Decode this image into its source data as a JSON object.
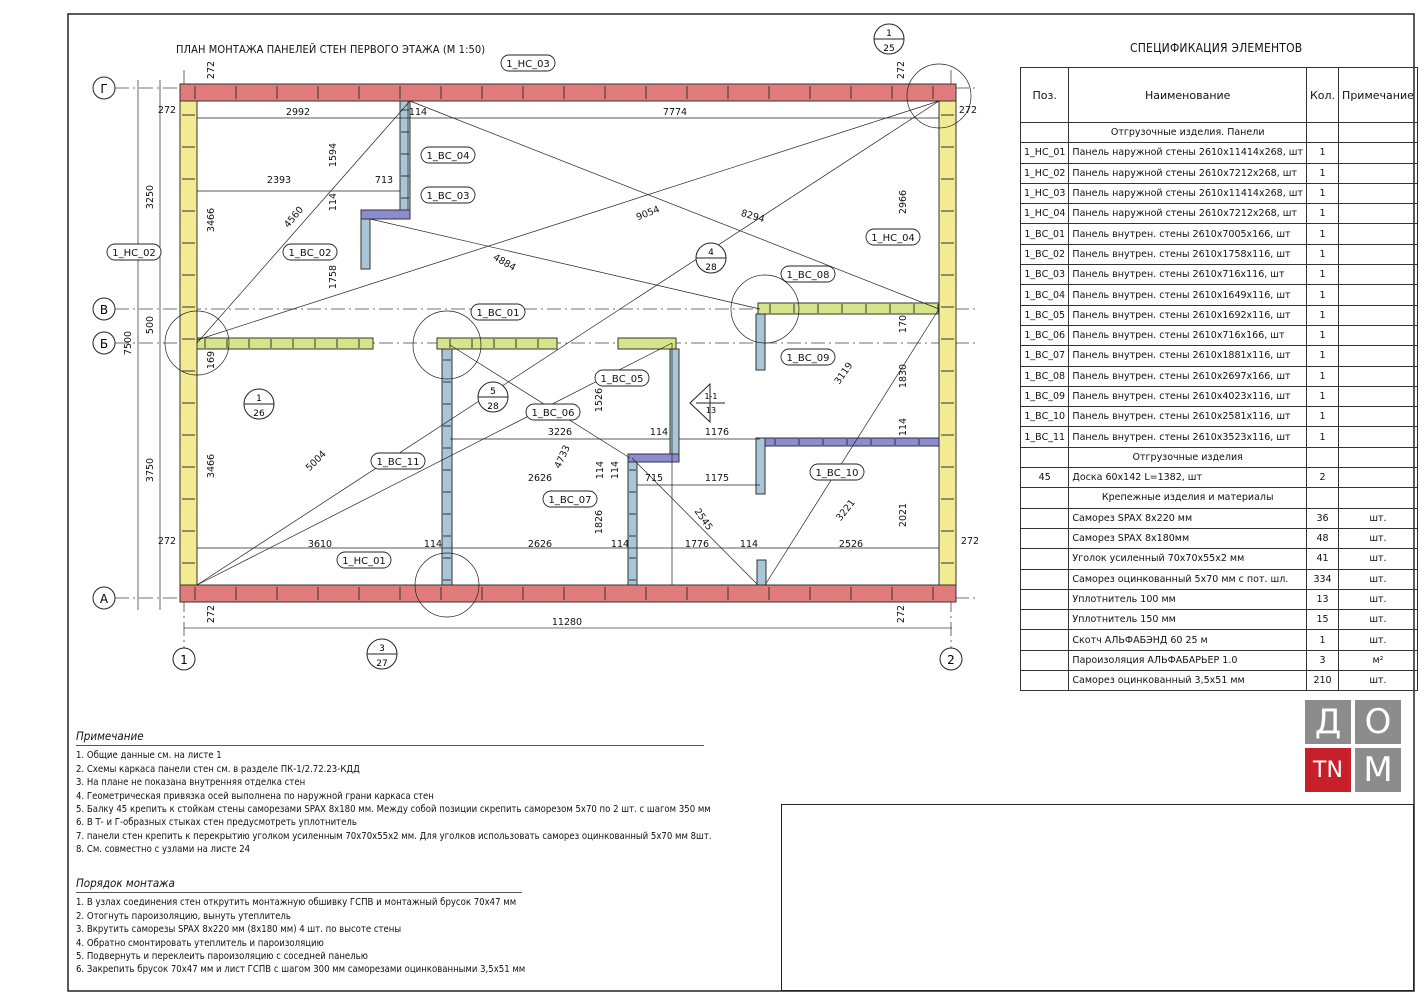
{
  "plan": {
    "title": "ПЛАН МОНТАЖА ПАНЕЛЕЙ СТЕН ПЕРВОГО ЭТАЖА (М 1:50)",
    "axes": {
      "rows": [
        "Г",
        "В",
        "Б",
        "А"
      ],
      "cols": [
        "1",
        "2"
      ]
    },
    "wall_tags": {
      "nc01": "1_НС_01",
      "nc02": "1_НС_02",
      "nc03": "1_НС_03",
      "nc04": "1_НС_04",
      "bc01": "1_ВС_01",
      "bc02": "1_ВС_02",
      "bc03": "1_ВС_03",
      "bc04": "1_ВС_04",
      "bc05": "1_ВС_05",
      "bc06": "1_ВС_06",
      "bc07": "1_ВС_07",
      "bc08": "1_ВС_08",
      "bc09": "1_ВС_09",
      "bc10": "1_ВС_10",
      "bc11": "1_ВС_11"
    },
    "callouts": [
      {
        "top": "1",
        "bottom": "25"
      },
      {
        "top": "1",
        "bottom": "26"
      },
      {
        "top": "3",
        "bottom": "27"
      },
      {
        "top": "4",
        "bottom": "28"
      },
      {
        "top": "5",
        "bottom": "28"
      },
      {
        "top": "1-1",
        "bottom": "13"
      }
    ],
    "dims": {
      "d272a": "272",
      "d272b": "272",
      "d272c": "272",
      "d272d": "272",
      "d272e": "272",
      "d272f": "272",
      "d272g": "272",
      "d272h": "272",
      "d2992": "2992",
      "d7774": "7774",
      "d114a": "114",
      "d1594": "1594",
      "d2393": "2393",
      "d713": "713",
      "d114b": "114",
      "d4560": "4560",
      "d9054": "9054",
      "d8294": "8294",
      "d2966": "2966",
      "d3466a": "3466",
      "d1758": "1758",
      "d4884": "4884",
      "d3250": "3250",
      "d500": "500",
      "d7500": "7500",
      "d169": "169",
      "d170": "170",
      "d1830": "1830",
      "d3119": "3119",
      "d3226": "3226",
      "d114c": "114",
      "d1176": "1176",
      "d114d": "114",
      "d1526": "1526",
      "d4733": "4733",
      "d5004": "5004",
      "d3466b": "3466",
      "d2626a": "2626",
      "d114e": "114",
      "d715": "715",
      "d1175": "1175",
      "d2545": "2545",
      "d3221": "3221",
      "d3750": "3750",
      "d1826": "1826",
      "d2021": "2021",
      "d3610": "3610",
      "d114f": "114",
      "d2626b": "2626",
      "d114g": "114",
      "d1776": "1776",
      "d114h": "114",
      "d2526": "2526",
      "d11280": "11280",
      "d114i": "114"
    }
  },
  "colors": {
    "outer_wall": "#e07c7c",
    "side_wall": "#f3eb92",
    "inner_green": "#d8e48a",
    "inner_blue": "#a9c6d8",
    "inner_purple": "#8d8bd0",
    "logo_gray": "#8c8c8c",
    "logo_red": "#c8202b"
  },
  "spec": {
    "title": "СПЕЦИФИКАЦИЯ ЭЛЕМЕНТОВ",
    "headers": [
      "Поз.",
      "Наименование",
      "Кол.",
      "Примечание"
    ],
    "rows": [
      {
        "type": "section",
        "name": "Отгрузочные изделия. Панели"
      },
      {
        "pos": "1_НС_01",
        "name": "Панель наружной стены 2610х11414х268, шт",
        "qty": "1",
        "note": ""
      },
      {
        "pos": "1_НС_02",
        "name": "Панель наружной стены 2610х7212х268, шт",
        "qty": "1",
        "note": ""
      },
      {
        "pos": "1_НС_03",
        "name": "Панель наружной стены 2610х11414х268, шт",
        "qty": "1",
        "note": ""
      },
      {
        "pos": "1_НС_04",
        "name": "Панель наружной стены 2610х7212х268, шт",
        "qty": "1",
        "note": ""
      },
      {
        "pos": "1_ВС_01",
        "name": "Панель внутрен. стены 2610х7005х166, шт",
        "qty": "1",
        "note": ""
      },
      {
        "pos": "1_ВС_02",
        "name": "Панель внутрен. стены 2610х1758х116, шт",
        "qty": "1",
        "note": ""
      },
      {
        "pos": "1_ВС_03",
        "name": "Панель внутрен. стены 2610х716х116, шт",
        "qty": "1",
        "note": ""
      },
      {
        "pos": "1_ВС_04",
        "name": "Панель внутрен. стены 2610х1649х116, шт",
        "qty": "1",
        "note": ""
      },
      {
        "pos": "1_ВС_05",
        "name": "Панель внутрен. стены 2610х1692х116, шт",
        "qty": "1",
        "note": ""
      },
      {
        "pos": "1_ВС_06",
        "name": "Панель внутрен. стены 2610х716х166, шт",
        "qty": "1",
        "note": ""
      },
      {
        "pos": "1_ВС_07",
        "name": "Панель внутрен. стены 2610х1881х116, шт",
        "qty": "1",
        "note": ""
      },
      {
        "pos": "1_ВС_08",
        "name": "Панель внутрен. стены 2610х2697х166, шт",
        "qty": "1",
        "note": ""
      },
      {
        "pos": "1_ВС_09",
        "name": "Панель внутрен. стены 2610х4023х116, шт",
        "qty": "1",
        "note": ""
      },
      {
        "pos": "1_ВС_10",
        "name": "Панель внутрен. стены 2610х2581х116, шт",
        "qty": "1",
        "note": ""
      },
      {
        "pos": "1_ВС_11",
        "name": "Панель внутрен. стены 2610х3523х116, шт",
        "qty": "1",
        "note": ""
      },
      {
        "type": "section",
        "name": "Отгрузочные изделия"
      },
      {
        "pos": "45",
        "name": "Доска 60х142 L=1382, шт",
        "qty": "2",
        "note": ""
      },
      {
        "type": "section",
        "name": "Крепежные изделия и материалы"
      },
      {
        "pos": "",
        "name": "Саморез SPAX 8х220 мм",
        "qty": "36",
        "note": "шт."
      },
      {
        "pos": "",
        "name": "Саморез SPAX 8х180мм",
        "qty": "48",
        "note": "шт."
      },
      {
        "pos": "",
        "name": "Уголок усиленный 70х70х55х2 мм",
        "qty": "41",
        "note": "шт."
      },
      {
        "pos": "",
        "name": "Саморез оцинкованный 5х70 мм с пот. шл.",
        "qty": "334",
        "note": "шт."
      },
      {
        "pos": "",
        "name": "Уплотнитель 100 мм",
        "qty": "13",
        "note": "шт."
      },
      {
        "pos": "",
        "name": "Уплотнитель 150 мм",
        "qty": "15",
        "note": "шт."
      },
      {
        "pos": "",
        "name": "Скотч АЛЬФАБЭНД 60 25 м",
        "qty": "1",
        "note": "шт."
      },
      {
        "pos": "",
        "name": "Пароизоляция АЛЬФАБАРЬЕР 1.0",
        "qty": "3",
        "note": "м²"
      },
      {
        "pos": "",
        "name": "Саморез оцинкованный 3,5х51 мм",
        "qty": "210",
        "note": "шт."
      }
    ]
  },
  "notes": {
    "title": "Примечание",
    "items": [
      "1. Общие данные см. на листе 1",
      "2. Схемы каркаса панели стен см. в разделе ПК-1/2.72.23-КДД",
      "3. На плане не показана внутренняя отделка стен",
      "4. Геометрическая привязка осей выполнена по наружной грани каркаса стен",
      "5. Балку 45 крепить к стойкам стены саморезами SPAX 8х180 мм. Между собой позиции скрепить саморезом 5х70 по 2 шт. с шагом 350 мм",
      "6. В Т- и Г-образных стыках стен предусмотреть уплотнитель",
      "7. панели стен крепить к перекрытию уголком усиленным 70х70х55х2 мм. Для уголков использовать саморез оцинкованный 5х70 мм 8шт.",
      "8. См. совместно с узлами на листе 24"
    ]
  },
  "mount": {
    "title": "Порядок монтажа",
    "items": [
      "1. В узлах соединения стен открутить монтажную обшивку ГСПВ и монтажный брусок 70х47 мм",
      "2. Отогнуть пароизоляцию, вынуть утеплитель",
      "3. Вкрутить саморезы SPAX 8х220 мм (8х180 мм) 4 шт. по высоте стены",
      "4. Обратно смонтировать утеплитель и пароизоляцию",
      "5. Подвернуть и переклеить пароизоляцию с соседней панелью",
      "6. Закрепить брусок 70х47 мм и лист ГСПВ с шагом 300 мм саморезами оцинкованными 3,5х51 мм"
    ]
  },
  "logo": {
    "letters": [
      "Д",
      "О",
      "ТN",
      "М"
    ]
  }
}
